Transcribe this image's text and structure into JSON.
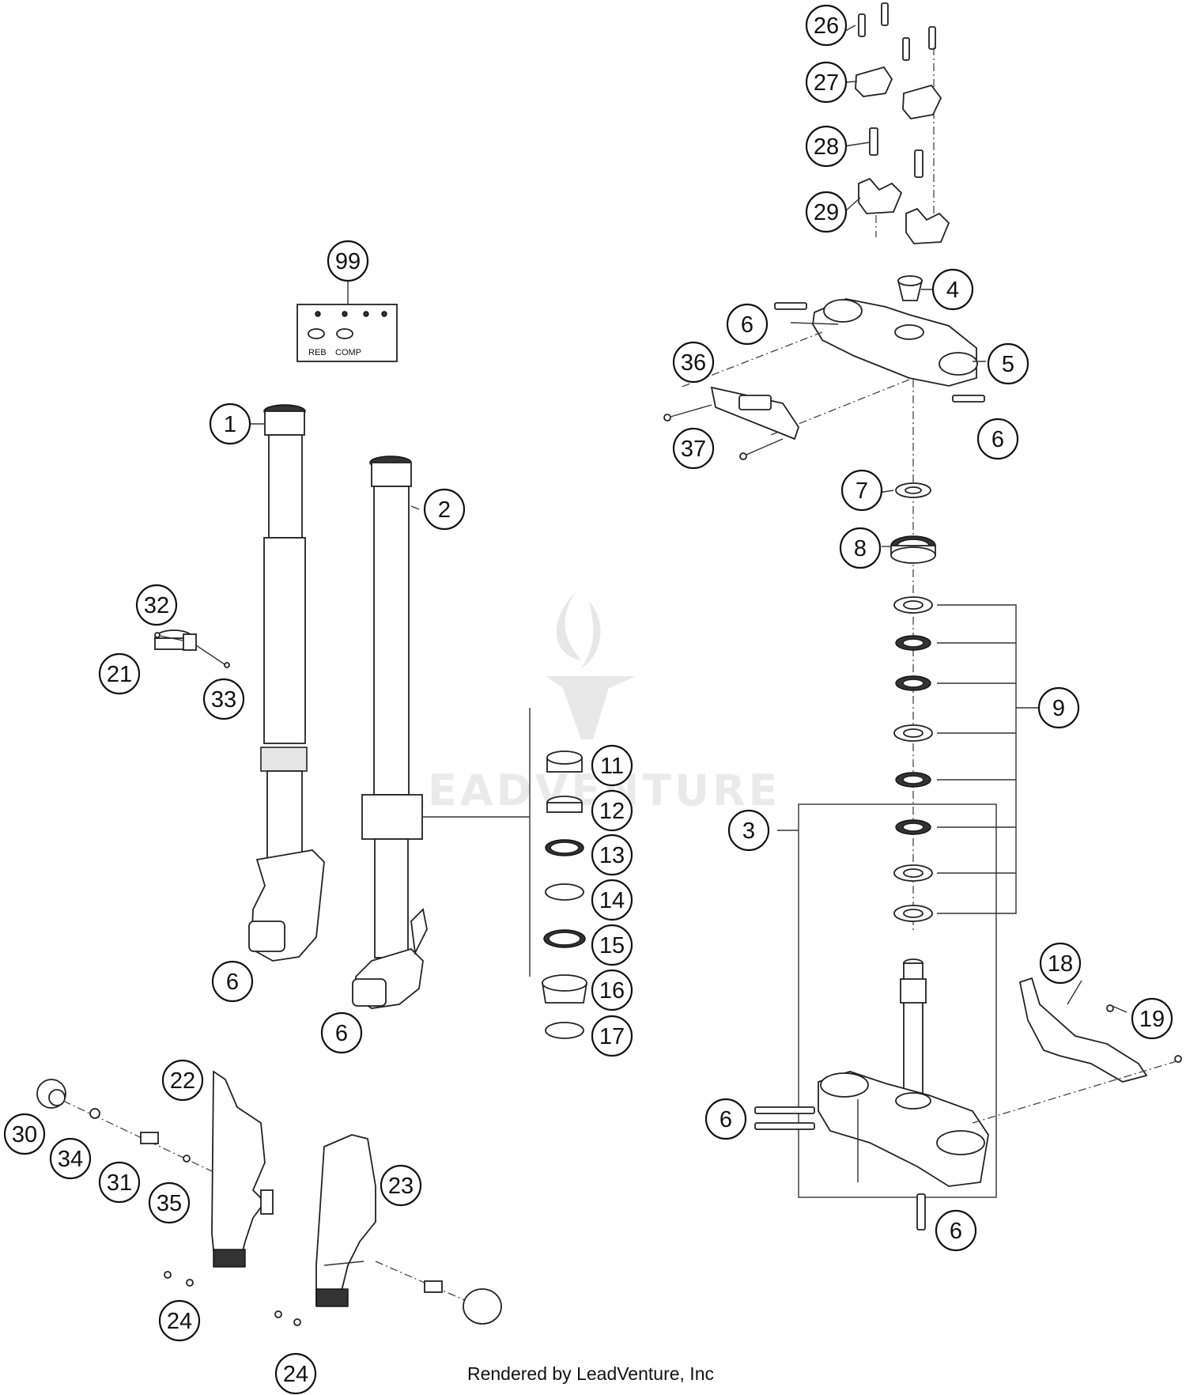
{
  "diagram": {
    "callouts": [
      "26",
      "27",
      "28",
      "29",
      "4",
      "6",
      "5",
      "36",
      "6",
      "37",
      "7",
      "8",
      "9",
      "3",
      "11",
      "12",
      "13",
      "14",
      "15",
      "16",
      "17",
      "99",
      "1",
      "2",
      "32",
      "21",
      "33",
      "6",
      "6",
      "18",
      "19",
      "6",
      "6",
      "22",
      "30",
      "34",
      "31",
      "35",
      "23",
      "24",
      "24"
    ],
    "kit_labels": {
      "reb": "REB",
      "comp": "COMP"
    }
  },
  "watermark": {
    "text": "LEADVENTURE"
  },
  "footer": {
    "text": "Rendered by LeadVenture, Inc"
  }
}
